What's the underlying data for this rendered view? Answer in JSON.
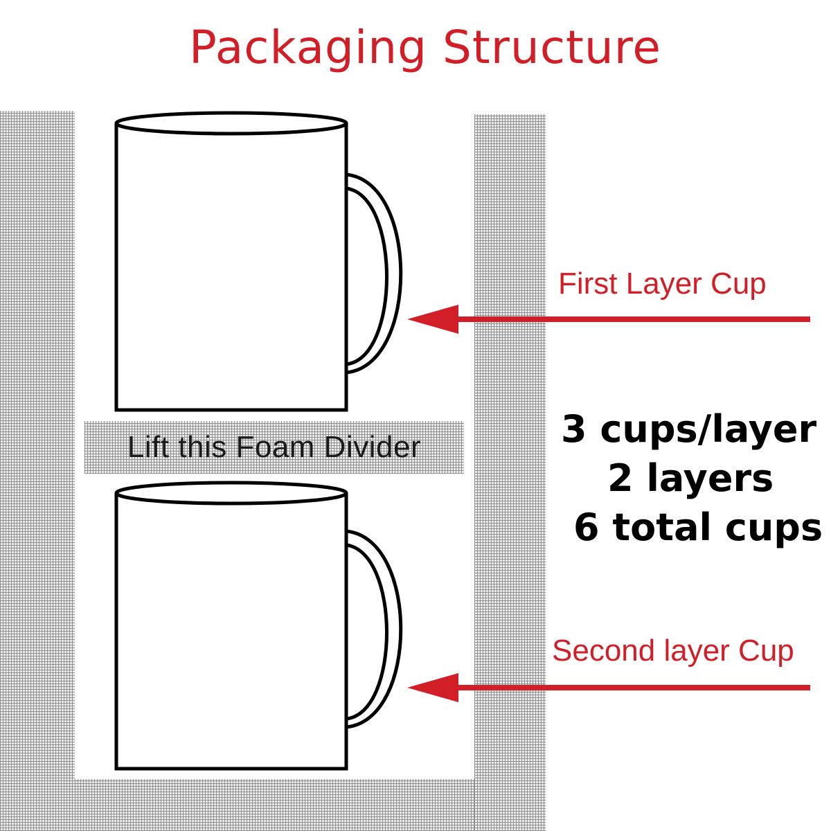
{
  "title": "Packaging Structure",
  "divider_label": "Lift this Foam Divider",
  "labels": {
    "first": "First Layer Cup",
    "second": "Second layer Cup"
  },
  "summary": {
    "line1": "3 cups/layer",
    "line2": "2 layers",
    "line3": "6 total cups"
  },
  "colors": {
    "accent": "#d21e26",
    "foam": "#8e8e8e",
    "outline": "#000000"
  },
  "icons": [
    "mug-icon",
    "arrow-left-icon"
  ]
}
